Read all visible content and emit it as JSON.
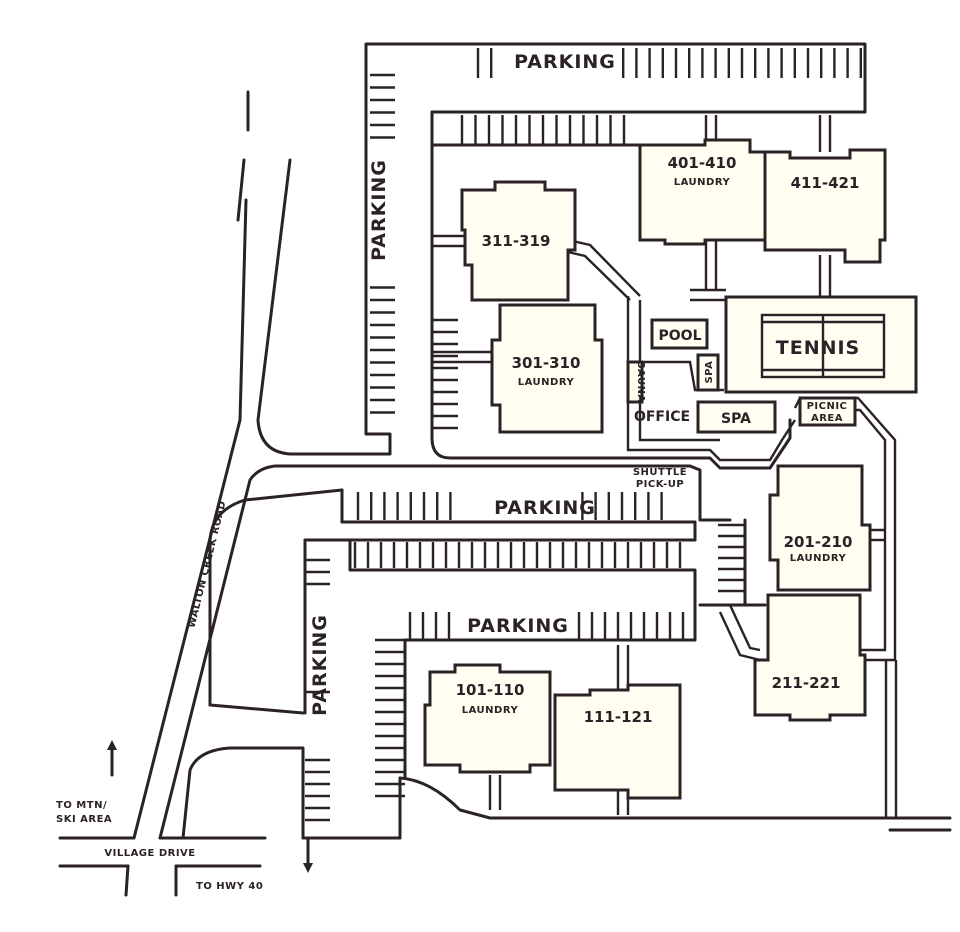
{
  "map": {
    "colors": {
      "ink": "#2a2226",
      "paper": "#ffffff",
      "building_fill": "#fffef0"
    },
    "parking_labels": [
      "PARKING",
      "PARKING",
      "PARKING",
      "PARKING",
      "PARKING"
    ],
    "buildings": {
      "b401": {
        "units": "401-410",
        "sub": "LAUNDRY"
      },
      "b411": {
        "units": "411-421"
      },
      "b311": {
        "units": "311-319"
      },
      "b301": {
        "units": "301-310",
        "sub": "LAUNDRY"
      },
      "b201": {
        "units": "201-210",
        "sub": "LAUNDRY"
      },
      "b211": {
        "units": "211-221"
      },
      "b101": {
        "units": "101-110",
        "sub": "LAUNDRY"
      },
      "b111": {
        "units": "111-121"
      }
    },
    "amenities": {
      "pool": "POOL",
      "tennis": "TENNIS",
      "spa_small": "SPA",
      "sauna": "SAUNA",
      "office": "OFFICE",
      "spa": "SPA",
      "picnic_line1": "PICNIC",
      "picnic_line2": "AREA",
      "shuttle_line1": "SHUTTLE",
      "shuttle_line2": "PICK-UP"
    },
    "roads": {
      "walton": "WALTON CREEK ROAD",
      "village": "VILLAGE DRIVE",
      "to_mtn_line1": "TO MTN/",
      "to_mtn_line2": "SKI AREA",
      "to_hwy": "TO HWY 40"
    },
    "arrow_icons": [
      "north-arrow-icon",
      "south-arrow-icon"
    ]
  }
}
